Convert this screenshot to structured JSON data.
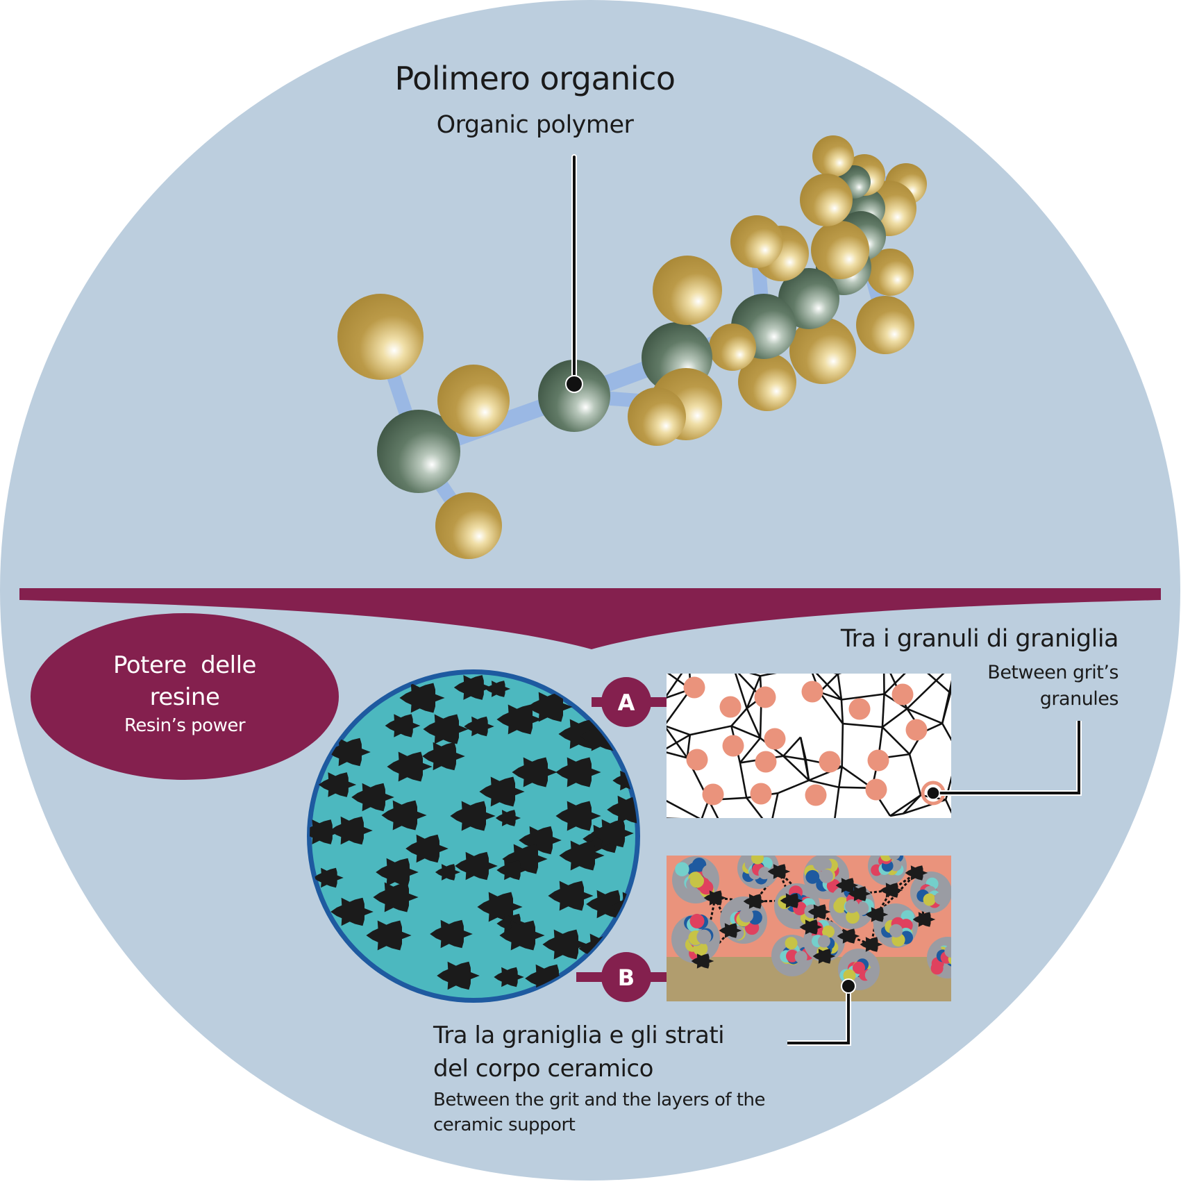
{
  "header": {
    "title_it": "Polimero organico",
    "title_en": "Organic polymer"
  },
  "badge": {
    "title_it_line1": "Potere  delle",
    "title_it_line2": "resine",
    "title_en": "Resin’s power"
  },
  "section_a": {
    "marker": "A",
    "title_it": "Tra i granuli di graniglia",
    "title_en_line1": "Between grit’s",
    "title_en_line2": "granules"
  },
  "section_b": {
    "marker": "B",
    "title_it_line1": "Tra la graniglia e gli strati",
    "title_it_line2": "del corpo ceramico",
    "title_en_line1": "Between the grit and the layers of the",
    "title_en_line2": "ceramic support"
  },
  "colors": {
    "background_disc": "#bccede",
    "accent_maroon": "#84204e",
    "teal_disc": "#4cb8bf",
    "teal_disc_border": "#1e5aa0",
    "resin_particle": "#1b1b1b",
    "granule_salmon": "#ea937c",
    "ceramic_layer": "#b19d6e",
    "carbon_atom": "#435a48",
    "hydrogen_atom": "#b08f3c",
    "bond": "#9ab8e4"
  }
}
